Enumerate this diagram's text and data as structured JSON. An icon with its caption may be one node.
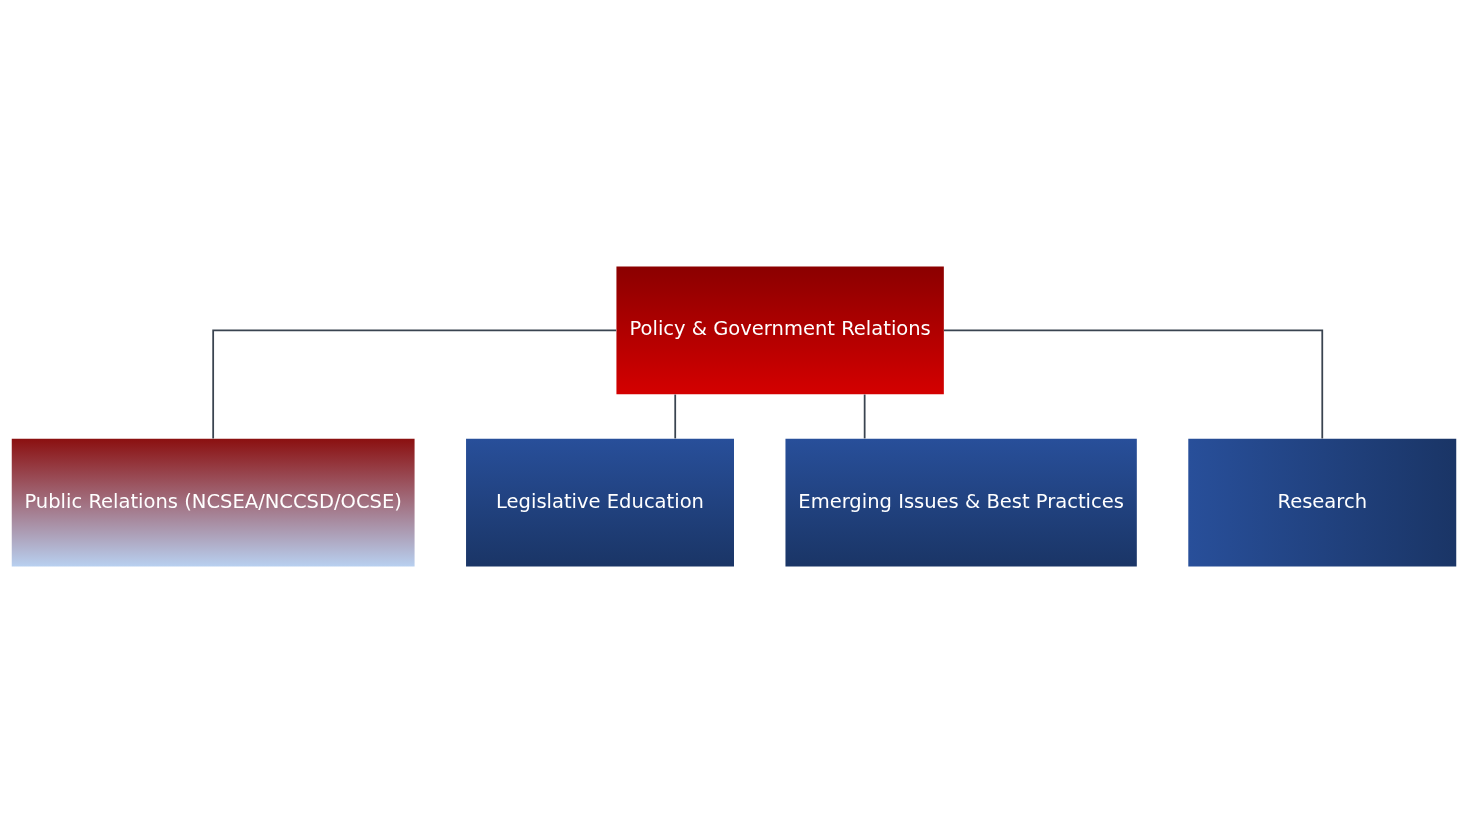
{
  "diagram": {
    "nodes": [
      {
        "text": [
          "Policy & Government Relations"
        ]
      },
      {
        "text": [
          "Public Relations (NCSEA/NCCSD/OCSE)"
        ]
      },
      {
        "text": [
          "Legislative Education"
        ]
      },
      {
        "text": [
          "Emerging Issues & Best Practices"
        ]
      },
      {
        "text": [
          "Research"
        ]
      }
    ],
    "edges": [
      {
        "from": 0,
        "to": 1,
        "arrow": "none"
      },
      {
        "from": 0,
        "to": 2,
        "arrow": "none"
      },
      {
        "from": 0,
        "to": 3,
        "arrow": "none"
      },
      {
        "from": 0,
        "to": 4,
        "arrow": "none"
      }
    ]
  }
}
